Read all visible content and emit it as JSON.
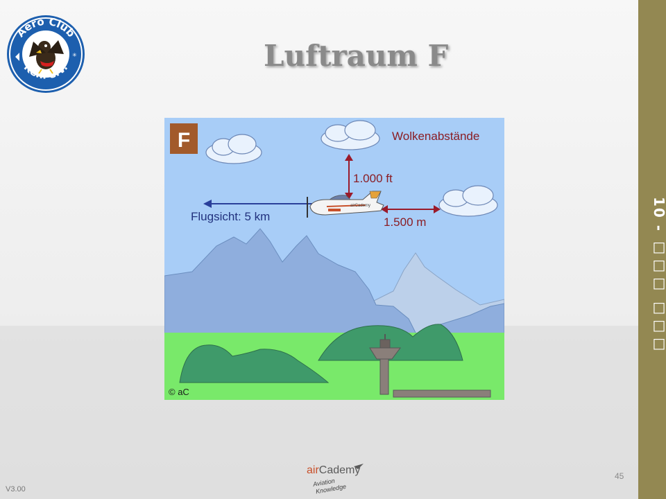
{
  "slide": {
    "title": "Luftraum F",
    "section_label": "10 - □□□ □□□",
    "page_number": "45",
    "version": "V3.00"
  },
  "logo": {
    "top_text": "Aero Club",
    "bottom_text": "Kehl e.V."
  },
  "figure": {
    "airspace_letter": "F",
    "heading": "Wolkenabstände",
    "vertical_distance": "1.000 ft",
    "horizontal_distance": "1.500 m",
    "visibility": "Flugsicht: 5 km",
    "copyright": "© aC",
    "plane_text": "airCademy"
  },
  "footer": {
    "brand_air": "air",
    "brand_cademy": "Cademy",
    "tagline_1": "Aviation",
    "tagline_2": "Knowledge"
  },
  "colors": {
    "sidebar": "#938852",
    "sky": "#a8cdf7",
    "grass": "#79e96a",
    "mountains": "#8faedd",
    "hills": "#3f9a6a",
    "badge": "#a25a2b",
    "arrows_blue": "#2a3f9a",
    "arrows_red": "#9a1a2a"
  }
}
